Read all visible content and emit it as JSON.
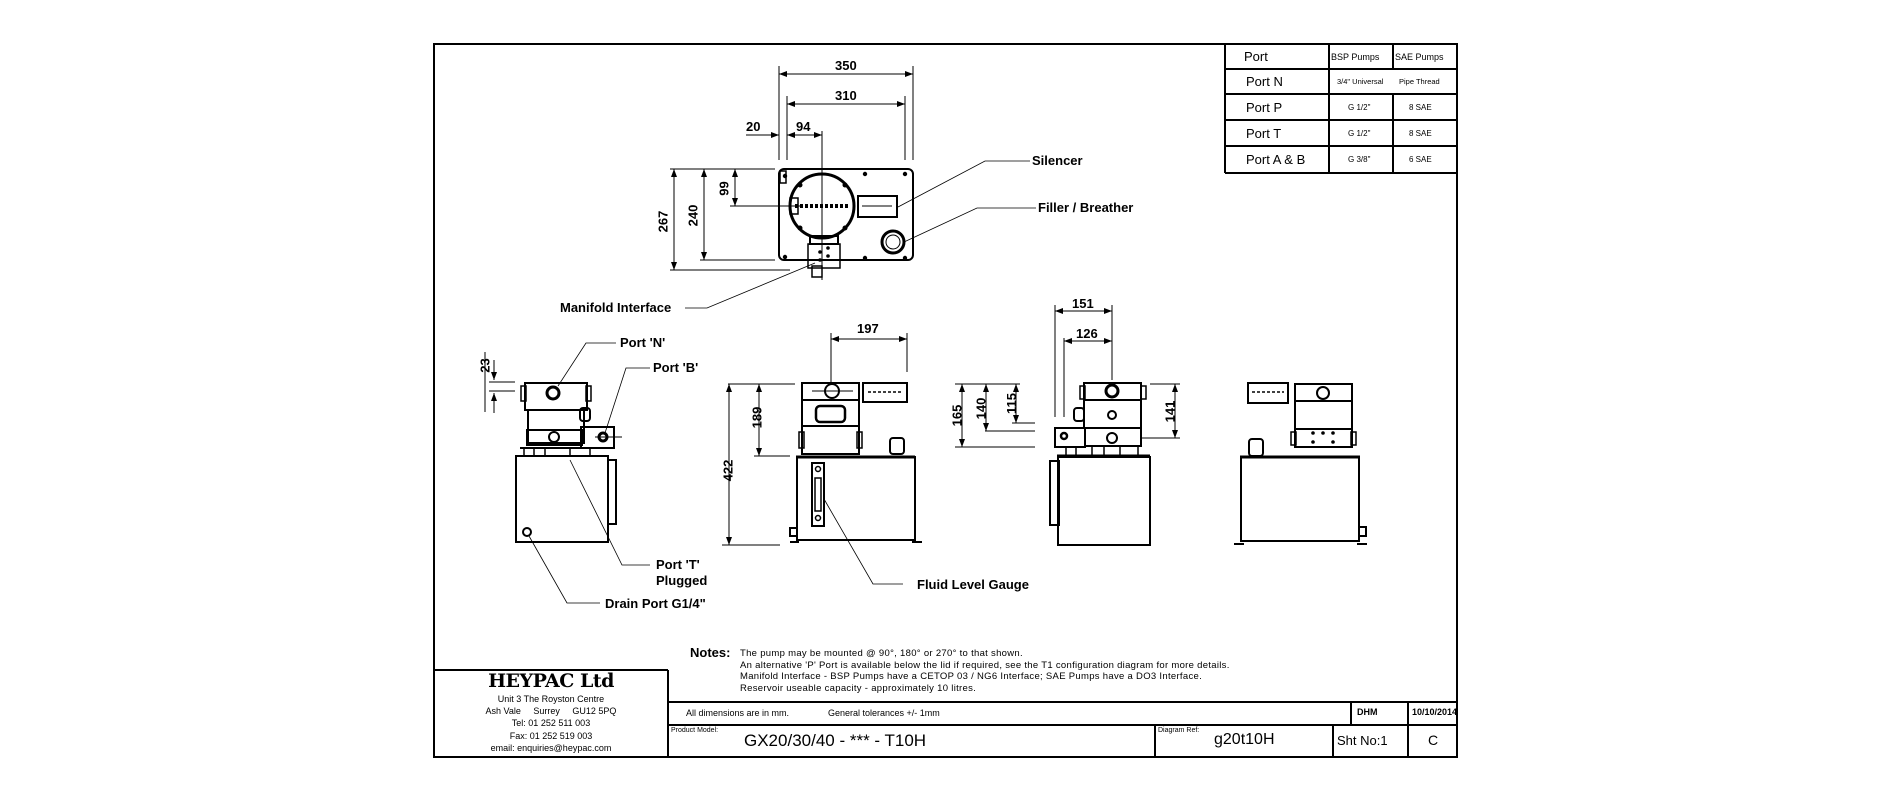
{
  "port_table": {
    "headers": [
      "Port",
      "BSP Pumps",
      "SAE Pumps"
    ],
    "rows": [
      {
        "port": "Port N",
        "bsp": "3/4\" Universal",
        "sae": "Pipe Thread",
        "merged": true
      },
      {
        "port": "Port P",
        "bsp": "G 1/2\"",
        "sae": "8 SAE"
      },
      {
        "port": "Port T",
        "bsp": "G 1/2\"",
        "sae": "8 SAE"
      },
      {
        "port": "Port A & B",
        "bsp": "G 3/8\"",
        "sae": "6 SAE"
      }
    ]
  },
  "dimensions": {
    "top_view": {
      "width_overall": "350",
      "width_inner": "310",
      "offset_left": "20",
      "offset_center": "94",
      "depth_overall": "267",
      "depth_inner": "240",
      "depth_center": "99"
    },
    "side_left": {
      "port_n_height": "23"
    },
    "front_view": {
      "top_width": "197",
      "height_overall": "422",
      "height_unit": "189"
    },
    "side_right": {
      "height_a": "165",
      "height_b": "140",
      "height_c": "115",
      "width_a": "151",
      "width_b": "126",
      "height_d": "141"
    }
  },
  "callouts": {
    "silencer": "Silencer",
    "filler_breather": "Filler / Breather",
    "manifold_interface": "Manifold Interface",
    "port_n": "Port 'N'",
    "port_b": "Port 'B'",
    "port_t_line1": "Port 'T'",
    "port_t_line2": "Plugged",
    "drain_port": "Drain Port G1/4\"",
    "fluid_level_gauge": "Fluid Level Gauge"
  },
  "notes": {
    "heading": "Notes:",
    "lines": [
      "The pump may be mounted @ 90°, 180° or 270° to that shown.",
      "An alternative 'P' Port is available below the lid if required, see the T1 configuration diagram for more details.",
      "Manifold Interface - BSP Pumps have a CETOP 03 / NG6 Interface; SAE Pumps have a DO3 Interface.",
      "Reservoir useable capacity - approximately 10 litres."
    ]
  },
  "title_block": {
    "company": "HEYPAC Ltd",
    "address_line1": "Unit 3 The Royston Centre",
    "address_line2": "Ash Vale     Surrey     GU12 5PQ",
    "tel": "Tel: 01 252 511 003",
    "fax": "Fax: 01 252 519 003",
    "email": "email: enquiries@heypac.com",
    "dimensions_note": "All dimensions are in mm.",
    "tolerance_note": "General tolerances +/- 1mm",
    "drawn_by": "DHM",
    "date": "10/10/2014",
    "product_model_label": "Product Model:",
    "product_model": "GX20/30/40 - *** - T10H",
    "diagram_ref_label": "Diagram Ref:",
    "diagram_ref": "g20t10H",
    "sheet_no": "Sht No:1",
    "revision": "C"
  }
}
